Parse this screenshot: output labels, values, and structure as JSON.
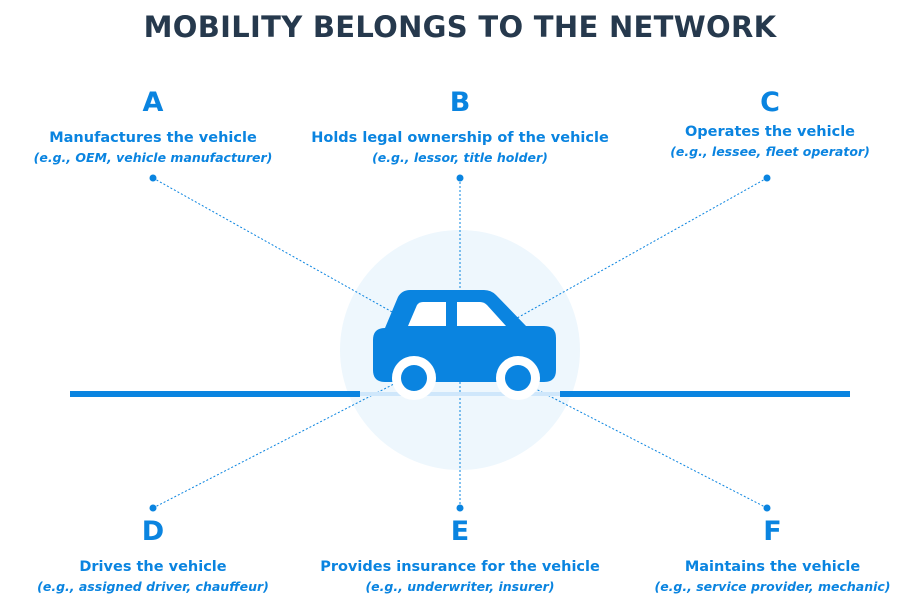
{
  "title": "MOBILITY BELONGS TO THE NETWORK",
  "colors": {
    "title": "#26394d",
    "accent": "#0a84e0",
    "halo": "#eef7fd"
  },
  "center_icon": "car-icon",
  "roles": [
    {
      "letter": "A",
      "description": "Manufactures the vehicle",
      "example": "(e.g., OEM, vehicle manufacturer)"
    },
    {
      "letter": "B",
      "description": "Holds legal ownership of the vehicle",
      "example": "(e.g., lessor, title holder)"
    },
    {
      "letter": "C",
      "description": "Operates the vehicle",
      "example": "(e.g., lessee, fleet operator)"
    },
    {
      "letter": "D",
      "description": "Drives the vehicle",
      "example": "(e.g., assigned driver, chauffeur)"
    },
    {
      "letter": "E",
      "description": "Provides insurance for the vehicle",
      "example": "(e.g., underwriter, insurer)"
    },
    {
      "letter": "F",
      "description": "Maintains the vehicle",
      "example": "(e.g., service provider, mechanic)"
    }
  ]
}
